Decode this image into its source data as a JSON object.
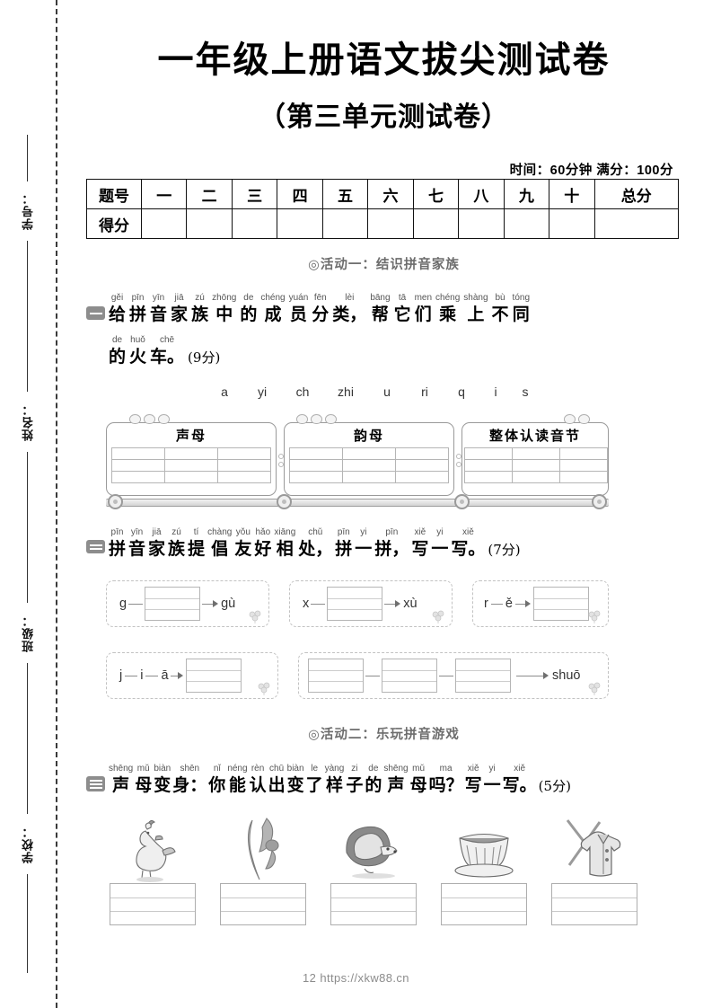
{
  "document": {
    "title": "一年级上册语文拔尖测试卷",
    "subtitle": "（第三单元测试卷）",
    "meta": "时间：60分钟  满分：100分",
    "footer": "12 https://xkw88.cn"
  },
  "seal": {
    "items": [
      "学号：",
      "姓名：",
      "班级：",
      "学校："
    ]
  },
  "score_table": {
    "row_labels": [
      "题号",
      "得分"
    ],
    "columns": [
      "一",
      "二",
      "三",
      "四",
      "五",
      "六",
      "七",
      "八",
      "九",
      "十",
      "总分"
    ],
    "scores": [
      "",
      "",
      "",
      "",
      "",
      "",
      "",
      "",
      "",
      "",
      ""
    ]
  },
  "activities": [
    {
      "label": "◎活动一：结识拼音家族"
    },
    {
      "label": "◎活动二：乐玩拼音游戏"
    }
  ],
  "questions": [
    {
      "number": 1,
      "marker_bars": 1,
      "line1": [
        {
          "py": "gěi",
          "hz": "给"
        },
        {
          "py": "pīn",
          "hz": "拼"
        },
        {
          "py": "yīn",
          "hz": "音"
        },
        {
          "py": "jiā",
          "hz": "家"
        },
        {
          "py": "zú",
          "hz": "族"
        },
        {
          "py": "zhōng",
          "hz": "中"
        },
        {
          "py": "de",
          "hz": "的"
        },
        {
          "py": "chéng",
          "hz": "成"
        },
        {
          "py": "yuán",
          "hz": "员"
        },
        {
          "py": "fēn",
          "hz": "分"
        },
        {
          "py": "lèi",
          "hz": "类，"
        },
        {
          "py": "bāng",
          "hz": "帮"
        },
        {
          "py": "tā",
          "hz": "它"
        },
        {
          "py": "men",
          "hz": "们"
        },
        {
          "py": "chéng",
          "hz": "乘"
        },
        {
          "py": "shàng",
          "hz": "上"
        },
        {
          "py": "bù",
          "hz": "不"
        },
        {
          "py": "tóng",
          "hz": "同"
        }
      ],
      "line2": [
        {
          "py": "de",
          "hz": "的"
        },
        {
          "py": "huǒ",
          "hz": "火"
        },
        {
          "py": "chē",
          "hz": "车。"
        }
      ],
      "points": "(9分)",
      "letters": [
        "a",
        "yi",
        "ch",
        "zhi",
        "u",
        "ri",
        "q",
        "i",
        "s"
      ],
      "train_cars": [
        {
          "label": "声母"
        },
        {
          "label": "韵母"
        },
        {
          "label": "整体认读音节"
        }
      ]
    },
    {
      "number": 2,
      "marker_bars": 2,
      "line1": [
        {
          "py": "pīn",
          "hz": "拼"
        },
        {
          "py": "yīn",
          "hz": "音"
        },
        {
          "py": "jiā",
          "hz": "家"
        },
        {
          "py": "zú",
          "hz": "族"
        },
        {
          "py": "tí",
          "hz": "提"
        },
        {
          "py": "chàng",
          "hz": "倡"
        },
        {
          "py": "yǒu",
          "hz": "友"
        },
        {
          "py": "hǎo",
          "hz": "好"
        },
        {
          "py": "xiāng",
          "hz": "相"
        },
        {
          "py": "chǔ",
          "hz": "处，"
        },
        {
          "py": "pīn",
          "hz": "拼"
        },
        {
          "py": "yi",
          "hz": "一"
        },
        {
          "py": "pīn",
          "hz": "拼，"
        },
        {
          "py": "xiě",
          "hz": "写"
        },
        {
          "py": "yi",
          "hz": "一"
        },
        {
          "py": "xiě",
          "hz": "写。"
        }
      ],
      "points": "(7分)",
      "slots_row1": [
        {
          "parts": [
            "g",
            "box"
          ],
          "result": "gù"
        },
        {
          "parts": [
            "x",
            "box"
          ],
          "result": "xù"
        },
        {
          "parts": [
            "r",
            "ě"
          ],
          "result_box": true
        }
      ],
      "slots_row2": [
        {
          "parts": [
            "j",
            "i",
            "ā"
          ],
          "result_box": true
        },
        {
          "parts": [
            "box",
            "box",
            "box"
          ],
          "result": "shuō"
        }
      ]
    },
    {
      "number": 3,
      "marker_bars": 3,
      "line1": [
        {
          "py": "shēng",
          "hz": "声"
        },
        {
          "py": "mǔ",
          "hz": "母"
        },
        {
          "py": "biàn",
          "hz": "变"
        },
        {
          "py": "shēn",
          "hz": "身："
        },
        {
          "py": "nǐ",
          "hz": "你"
        },
        {
          "py": "néng",
          "hz": "能"
        },
        {
          "py": "rèn",
          "hz": "认"
        },
        {
          "py": "chū",
          "hz": "出"
        },
        {
          "py": "biàn",
          "hz": "变"
        },
        {
          "py": "le",
          "hz": "了"
        },
        {
          "py": "yàng",
          "hz": "样"
        },
        {
          "py": "zi",
          "hz": "子"
        },
        {
          "py": "de",
          "hz": "的"
        },
        {
          "py": "shēng",
          "hz": "声"
        },
        {
          "py": "mǔ",
          "hz": "母"
        },
        {
          "py": "ma",
          "hz": "吗？"
        },
        {
          "py": "xiě",
          "hz": "写"
        },
        {
          "py": "yi",
          "hz": "一"
        },
        {
          "py": "xiě",
          "hz": "写。"
        }
      ],
      "points": "(5分)",
      "pictures": [
        {
          "name": "rooster-picture",
          "alt": "公鸡"
        },
        {
          "name": "bean-sprout-picture",
          "alt": "豆芽"
        },
        {
          "name": "hedgehog-picture",
          "alt": "刺猬"
        },
        {
          "name": "teacup-picture",
          "alt": "茶杯"
        },
        {
          "name": "jacket-picture",
          "alt": "外套"
        }
      ]
    }
  ],
  "colors": {
    "ink": "#000000",
    "muted": "#6d6d6d",
    "line": "#b5b5b5",
    "marker": "#8d8d8d"
  }
}
